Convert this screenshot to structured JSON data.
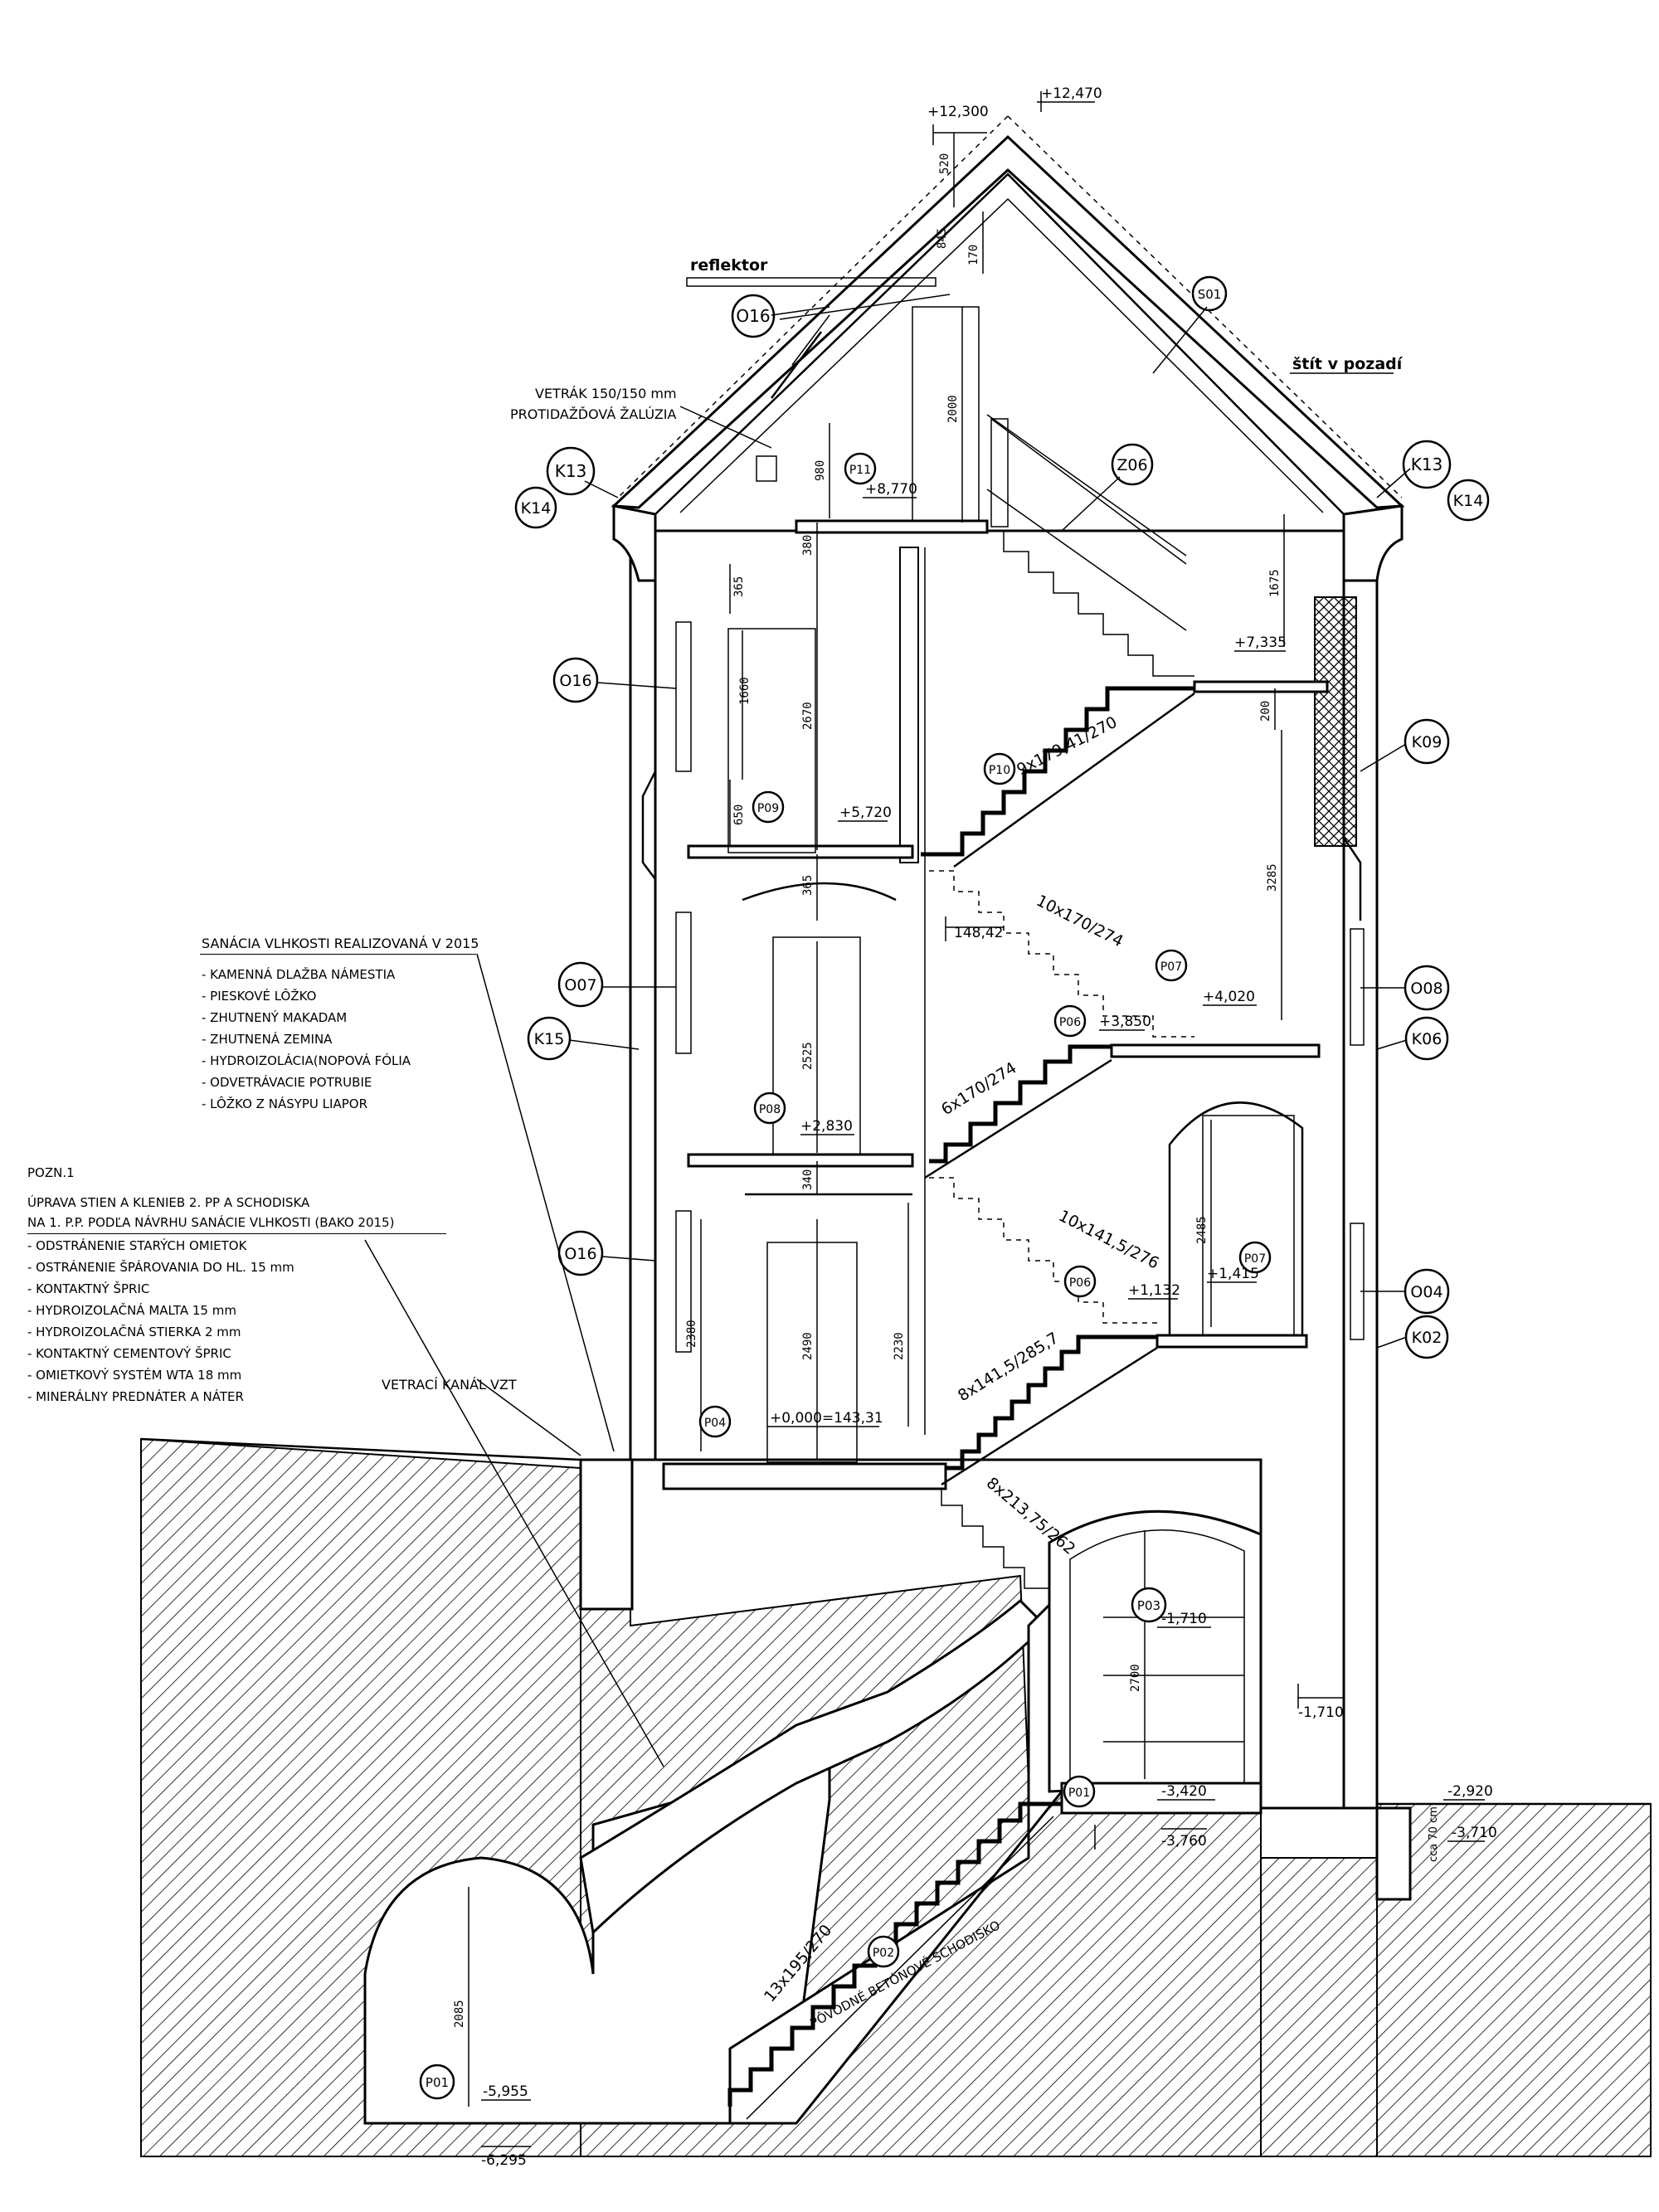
{
  "annotations": {
    "reflector": "reflektor",
    "gable_note": "štít v pozadí",
    "vent_line1": "VETRÁK 150/150 mm",
    "vent_line2": "PROTIDAŽĎOVÁ ŽALÚZIA",
    "vzt_channel": "VETRACÍ KANÁL VZT",
    "old_stair": "PÔVODNÉ BETÓNOVÉ SCHODISKO"
  },
  "moisture_note": {
    "title": "SANÁCIA VLHKOSTI REALIZOVANÁ V 2015",
    "items": [
      "- KAMENNÁ DLAŽBA NÁMESTIA",
      "- PIESKOVÉ LÔŽKO",
      "- ZHUTNENÝ MAKADAM",
      "- ZHUTNENÁ ZEMINA",
      "- HYDROIZOLÁCIA(NOPOVÁ FÓLIA",
      "- ODVETRÁVACIE POTRUBIE",
      "- LÔŽKO Z NÁSYPU LIAPOR"
    ]
  },
  "pozn_note": {
    "label": "POZN.1",
    "title_line1": "ÚPRAVA STIEN A KLENIEB 2. PP A SCHODISKA",
    "title_line2": "NA 1. P.P. PODĽA NÁVRHU SANÁCIE VLHKOSTI (BAKO 2015)",
    "items": [
      "- ODSTRÁNENIE STARÝCH OMIETOK",
      "- OSTRÁNENIE ŠPÁROVANIA DO HL. 15 mm",
      "- KONTAKTNÝ ŠPRIC",
      "- HYDROIZOLAČNÁ MALTA 15 mm",
      "- HYDROIZOLAČNÁ STIERKA 2 mm",
      "- KONTAKTNÝ CEMENTOVÝ ŠPRIC",
      "- OMIETKOVÝ SYSTÉM WTA 18 mm",
      "- MINERÁLNY PREDNÁTER A NÁTER"
    ]
  },
  "tags": {
    "O16": "O16",
    "S01": "S01",
    "K13": "K13",
    "K14": "K14",
    "Z06": "Z06",
    "P11": "P11",
    "K09": "K09",
    "P10": "P10",
    "P09": "P09",
    "O07": "O07",
    "O08": "O08",
    "P07": "P07",
    "P06": "P06",
    "K15": "K15",
    "K06": "K06",
    "P08": "P08",
    "O04": "O04",
    "K02": "K02",
    "P04": "P04",
    "P03": "P03",
    "P01": "P01",
    "P02": "P02"
  },
  "levels": {
    "l12470": "+12,470",
    "l12300": "+12,300",
    "l8770": "+8,770",
    "l7335": "+7,335",
    "l5720": "+5,720",
    "l14842": "148,42",
    "l4020": "+4,020",
    "l3850": "+3,850",
    "l2830": "+2,830",
    "l1415": "+1,415",
    "l1132": "+1,132",
    "l0000": "+0,000=143,31",
    "l1710a": "-1,710",
    "l1710b": "-1,710",
    "l2920": "-2,920",
    "l3420": "-3,420",
    "l3710": "-3,710",
    "l3760": "-3,760",
    "l5955": "-5,955",
    "l6295": "-6,295",
    "cca": "cca 70 cm"
  },
  "dims": {
    "d520": "520",
    "d845": "845",
    "d170": "170",
    "d2000": "2000",
    "d980": "980",
    "d380": "380",
    "d365a": "365",
    "d1660": "1660",
    "d2670": "2670",
    "d650": "650",
    "d365b": "365",
    "d1675": "1675",
    "d200": "200",
    "d3285": "3285",
    "d2525": "2525",
    "d340": "340",
    "d2485": "2485",
    "d2380": "2380",
    "d2490": "2490",
    "d2230": "2230",
    "d2700": "2700",
    "d2085": "2085"
  },
  "stairs": {
    "s1": "9x179,41/270",
    "s2": "10x170/274",
    "s3": "6x170/274",
    "s4": "10x141,5/276",
    "s5": "8x141,5/285,7",
    "s6": "8x213,75/262",
    "s7": "13x195/270"
  }
}
